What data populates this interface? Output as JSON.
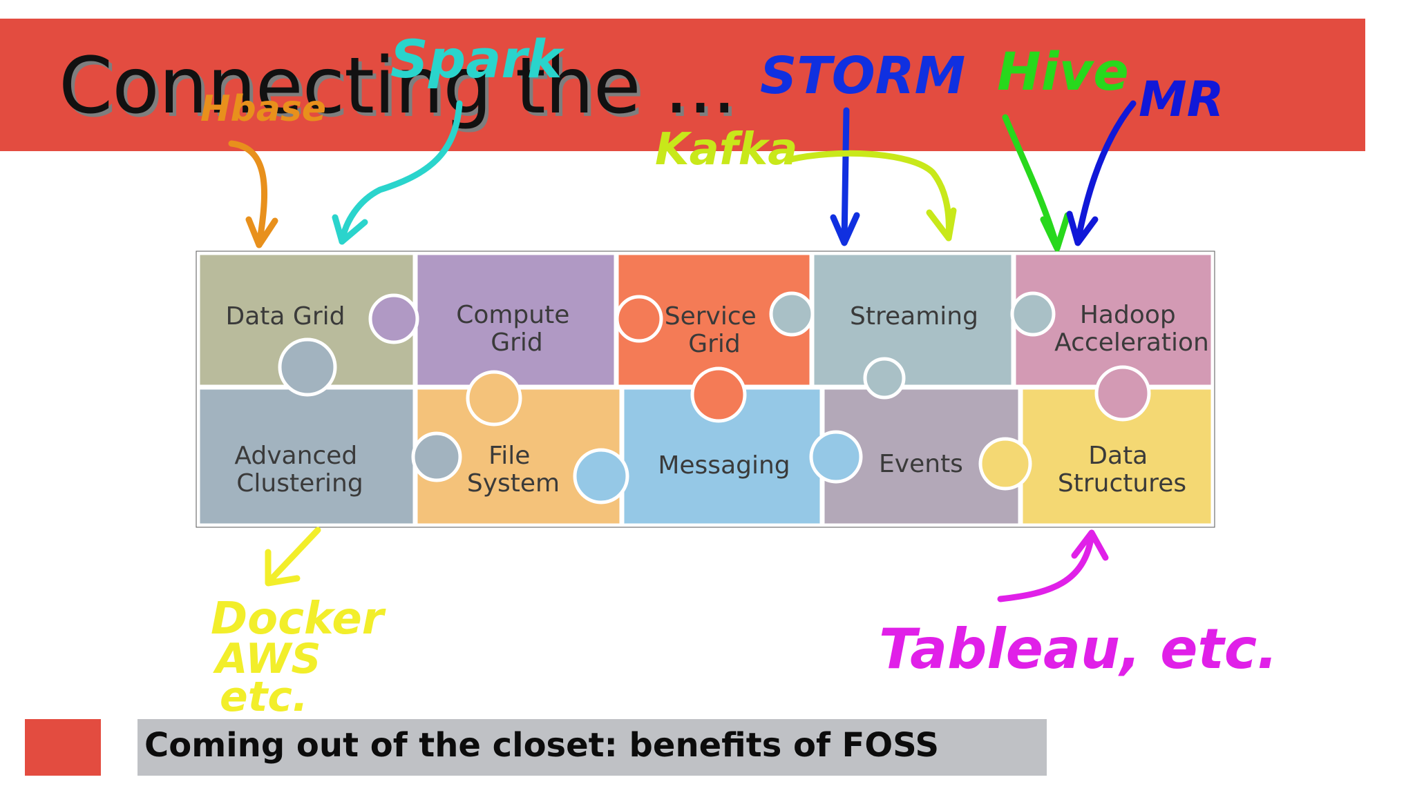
{
  "slide": {
    "title": "Connecting the ...",
    "footer": "Coming out of the closet: benefits of FOSS"
  },
  "puzzle": {
    "pieces": [
      {
        "label": "Data Grid",
        "color": "#b9bb9c"
      },
      {
        "label": "Compute Grid",
        "color": "#b099c4"
      },
      {
        "label": "Service Grid",
        "color": "#f47b56"
      },
      {
        "label": "Streaming",
        "color": "#a9c0c6"
      },
      {
        "label": "Hadoop Acceleration",
        "color": "#d39ab4"
      },
      {
        "label": "Advanced Clustering",
        "color": "#a2b3bf"
      },
      {
        "label": "File System",
        "color": "#f4c27a"
      },
      {
        "label": "Messaging",
        "color": "#95c8e6"
      },
      {
        "label": "Events",
        "color": "#b3a8b8"
      },
      {
        "label": "Data Structures",
        "color": "#f4d873"
      }
    ]
  },
  "annotations": [
    {
      "text": "Hbase",
      "color": "#e8901c"
    },
    {
      "text": "Spark",
      "color": "#2ad4cc"
    },
    {
      "text": "STORM",
      "color": "#1030e0"
    },
    {
      "text": "Kafka",
      "color": "#c8e81a"
    },
    {
      "text": "Hive",
      "color": "#28d81c"
    },
    {
      "text": "MR",
      "color": "#1018d8"
    },
    {
      "text": "Docker",
      "color": "#f2ee2a"
    },
    {
      "text": "AWS",
      "color": "#f2ee2a"
    },
    {
      "text": "etc.",
      "color": "#f2ee2a"
    },
    {
      "text": "Tableau, etc.",
      "color": "#e020e8"
    }
  ]
}
